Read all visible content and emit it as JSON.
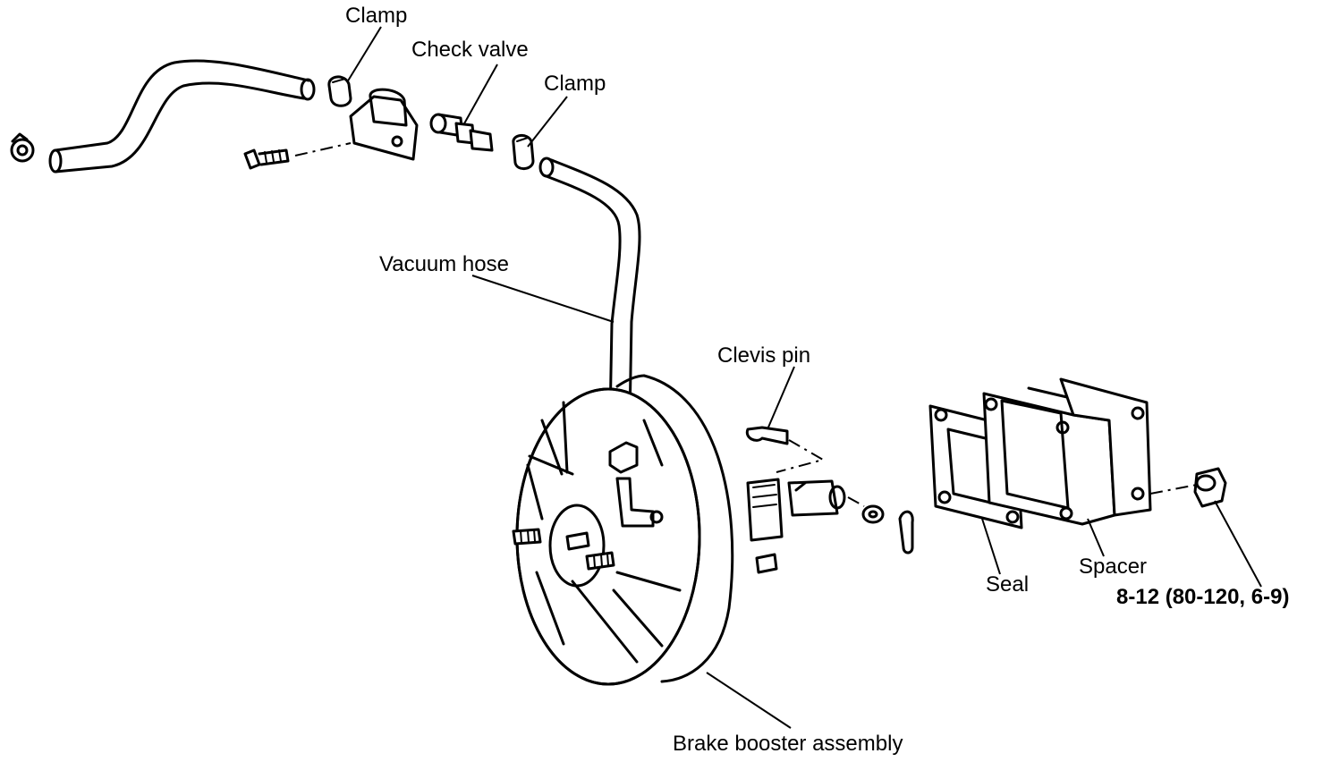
{
  "labels": {
    "clamp_top": "Clamp",
    "check_valve": "Check valve",
    "clamp_right": "Clamp",
    "vacuum_hose": "Vacuum hose",
    "clevis_pin": "Clevis pin",
    "seal": "Seal",
    "spacer": "Spacer",
    "torque_spec": "8-12 (80-120, 6-9)",
    "brake_booster": "Brake booster assembly"
  }
}
